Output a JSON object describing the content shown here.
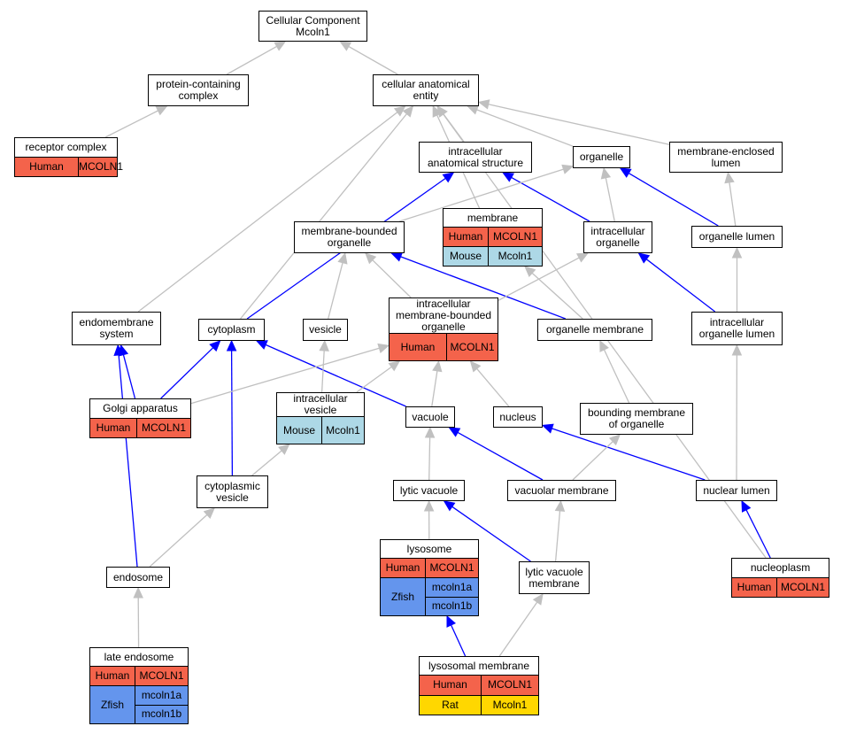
{
  "colors": {
    "human": "#f4634b",
    "mouse": "#add8e6",
    "zfish": "#6495ed",
    "rat": "#ffd700",
    "edge_blue": "#0000ff",
    "edge_gray": "#c0c0c0"
  },
  "nodes": [
    {
      "id": "cc",
      "title": "Cellular Component\nMcoln1"
    },
    {
      "id": "pcc",
      "title": "protein-containing\ncomplex"
    },
    {
      "id": "cae",
      "title": "cellular anatomical\nentity"
    },
    {
      "id": "rc",
      "title": "receptor complex",
      "ann": [
        {
          "species": "Human",
          "genes": [
            "MCOLN1"
          ],
          "color": "human"
        }
      ]
    },
    {
      "id": "ias",
      "title": "intracellular\nanatomical structure"
    },
    {
      "id": "org",
      "title": "organelle"
    },
    {
      "id": "mel",
      "title": "membrane-enclosed\nlumen"
    },
    {
      "id": "mem",
      "title": "membrane",
      "ann": [
        {
          "species": "Human",
          "genes": [
            "MCOLN1"
          ],
          "color": "human"
        },
        {
          "species": "Mouse",
          "genes": [
            "Mcoln1"
          ],
          "color": "mouse"
        }
      ]
    },
    {
      "id": "mbo",
      "title": "membrane-bounded\norganelle"
    },
    {
      "id": "io",
      "title": "intracellular\norganelle"
    },
    {
      "id": "ol",
      "title": "organelle lumen"
    },
    {
      "id": "es",
      "title": "endomembrane\nsystem"
    },
    {
      "id": "cyto",
      "title": "cytoplasm"
    },
    {
      "id": "ves",
      "title": "vesicle"
    },
    {
      "id": "imbo",
      "title": "intracellular\nmembrane-bounded\norganelle",
      "ann": [
        {
          "species": "Human",
          "genes": [
            "MCOLN1"
          ],
          "color": "human"
        }
      ]
    },
    {
      "id": "om",
      "title": "organelle membrane"
    },
    {
      "id": "iol",
      "title": "intracellular\norganelle lumen"
    },
    {
      "id": "golgi",
      "title": "Golgi apparatus",
      "ann": [
        {
          "species": "Human",
          "genes": [
            "MCOLN1"
          ],
          "color": "human"
        }
      ]
    },
    {
      "id": "iv",
      "title": "intracellular\nvesicle",
      "ann": [
        {
          "species": "Mouse",
          "genes": [
            "Mcoln1"
          ],
          "color": "mouse"
        }
      ]
    },
    {
      "id": "vac",
      "title": "vacuole"
    },
    {
      "id": "nuc",
      "title": "nucleus"
    },
    {
      "id": "bmo",
      "title": "bounding membrane\nof organelle"
    },
    {
      "id": "cv",
      "title": "cytoplasmic\nvesicle"
    },
    {
      "id": "lv",
      "title": "lytic vacuole"
    },
    {
      "id": "vm",
      "title": "vacuolar membrane"
    },
    {
      "id": "nl",
      "title": "nuclear lumen"
    },
    {
      "id": "lyso",
      "title": "lysosome",
      "ann": [
        {
          "species": "Human",
          "genes": [
            "MCOLN1"
          ],
          "color": "human"
        },
        {
          "species": "Zfish",
          "genes": [
            "mcoln1a",
            "mcoln1b"
          ],
          "color": "zfish"
        }
      ]
    },
    {
      "id": "lvm",
      "title": "lytic vacuole\nmembrane"
    },
    {
      "id": "np",
      "title": "nucleoplasm",
      "ann": [
        {
          "species": "Human",
          "genes": [
            "MCOLN1"
          ],
          "color": "human"
        }
      ]
    },
    {
      "id": "endo",
      "title": "endosome"
    },
    {
      "id": "le",
      "title": "late endosome",
      "ann": [
        {
          "species": "Human",
          "genes": [
            "MCOLN1"
          ],
          "color": "human"
        },
        {
          "species": "Zfish",
          "genes": [
            "mcoln1a",
            "mcoln1b"
          ],
          "color": "zfish"
        }
      ]
    },
    {
      "id": "lm",
      "title": "lysosomal membrane",
      "ann": [
        {
          "species": "Human",
          "genes": [
            "MCOLN1"
          ],
          "color": "human"
        },
        {
          "species": "Rat",
          "genes": [
            "Mcoln1"
          ],
          "color": "rat"
        }
      ]
    }
  ],
  "edges": [
    {
      "from": "pcc",
      "to": "cc",
      "type": "is_a"
    },
    {
      "from": "cae",
      "to": "cc",
      "type": "is_a"
    },
    {
      "from": "rc",
      "to": "pcc",
      "type": "is_a"
    },
    {
      "from": "ias",
      "to": "cae",
      "type": "is_a"
    },
    {
      "from": "org",
      "to": "cae",
      "type": "is_a"
    },
    {
      "from": "mel",
      "to": "cae",
      "type": "is_a"
    },
    {
      "from": "mem",
      "to": "cae",
      "type": "is_a"
    },
    {
      "from": "es",
      "to": "cae",
      "type": "is_a"
    },
    {
      "from": "cyto",
      "to": "cae",
      "type": "is_a"
    },
    {
      "from": "np",
      "to": "cae",
      "type": "is_a"
    },
    {
      "from": "cyto",
      "to": "ias",
      "type": "part_of"
    },
    {
      "from": "io",
      "to": "ias",
      "type": "part_of"
    },
    {
      "from": "io",
      "to": "org",
      "type": "is_a"
    },
    {
      "from": "mbo",
      "to": "org",
      "type": "is_a"
    },
    {
      "from": "ol",
      "to": "org",
      "type": "part_of"
    },
    {
      "from": "ol",
      "to": "mel",
      "type": "is_a"
    },
    {
      "from": "om",
      "to": "mem",
      "type": "is_a"
    },
    {
      "from": "ves",
      "to": "mbo",
      "type": "is_a"
    },
    {
      "from": "imbo",
      "to": "mbo",
      "type": "is_a"
    },
    {
      "from": "om",
      "to": "mbo",
      "type": "part_of"
    },
    {
      "from": "imbo",
      "to": "io",
      "type": "is_a"
    },
    {
      "from": "iol",
      "to": "io",
      "type": "part_of"
    },
    {
      "from": "iol",
      "to": "ol",
      "type": "is_a"
    },
    {
      "from": "golgi",
      "to": "es",
      "type": "part_of"
    },
    {
      "from": "endo",
      "to": "es",
      "type": "part_of"
    },
    {
      "from": "golgi",
      "to": "cyto",
      "type": "part_of"
    },
    {
      "from": "cv",
      "to": "cyto",
      "type": "part_of"
    },
    {
      "from": "vac",
      "to": "cyto",
      "type": "part_of"
    },
    {
      "from": "golgi",
      "to": "imbo",
      "type": "is_a"
    },
    {
      "from": "vac",
      "to": "imbo",
      "type": "is_a"
    },
    {
      "from": "nuc",
      "to": "imbo",
      "type": "is_a"
    },
    {
      "from": "iv",
      "to": "imbo",
      "type": "is_a"
    },
    {
      "from": "iv",
      "to": "ves",
      "type": "is_a"
    },
    {
      "from": "bmo",
      "to": "om",
      "type": "is_a"
    },
    {
      "from": "nl",
      "to": "iol",
      "type": "is_a"
    },
    {
      "from": "cv",
      "to": "iv",
      "type": "is_a"
    },
    {
      "from": "lv",
      "to": "vac",
      "type": "is_a"
    },
    {
      "from": "vm",
      "to": "vac",
      "type": "part_of"
    },
    {
      "from": "nl",
      "to": "nuc",
      "type": "part_of"
    },
    {
      "from": "vm",
      "to": "bmo",
      "type": "is_a"
    },
    {
      "from": "endo",
      "to": "cv",
      "type": "is_a"
    },
    {
      "from": "lyso",
      "to": "lv",
      "type": "is_a"
    },
    {
      "from": "lvm",
      "to": "lv",
      "type": "part_of"
    },
    {
      "from": "lvm",
      "to": "vm",
      "type": "is_a"
    },
    {
      "from": "np",
      "to": "nl",
      "type": "part_of"
    },
    {
      "from": "le",
      "to": "endo",
      "type": "is_a"
    },
    {
      "from": "lm",
      "to": "lyso",
      "type": "part_of"
    },
    {
      "from": "lm",
      "to": "lvm",
      "type": "is_a"
    }
  ]
}
